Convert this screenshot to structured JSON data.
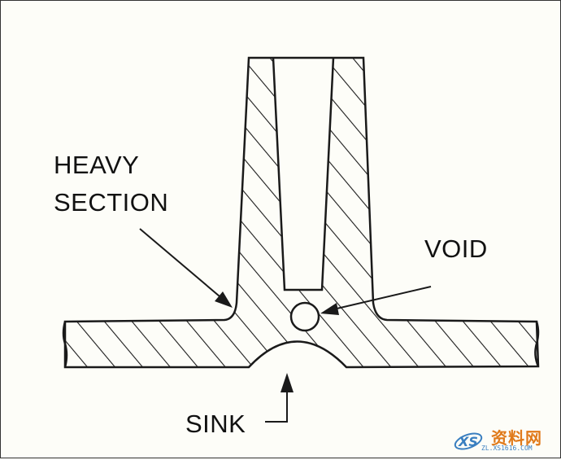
{
  "labels": {
    "heavy_section_line1": "HEAVY",
    "heavy_section_line2": "SECTION",
    "void": "VOID",
    "sink": "SINK"
  },
  "watermark": {
    "text": "资料网",
    "url": "ZL.XS1616.COM",
    "logo": "XS"
  },
  "colors": {
    "line": "#1a1a1a",
    "background": "#fdfdf8",
    "watermark_orange": "#e07a1a",
    "watermark_blue": "#3a7fc0"
  }
}
